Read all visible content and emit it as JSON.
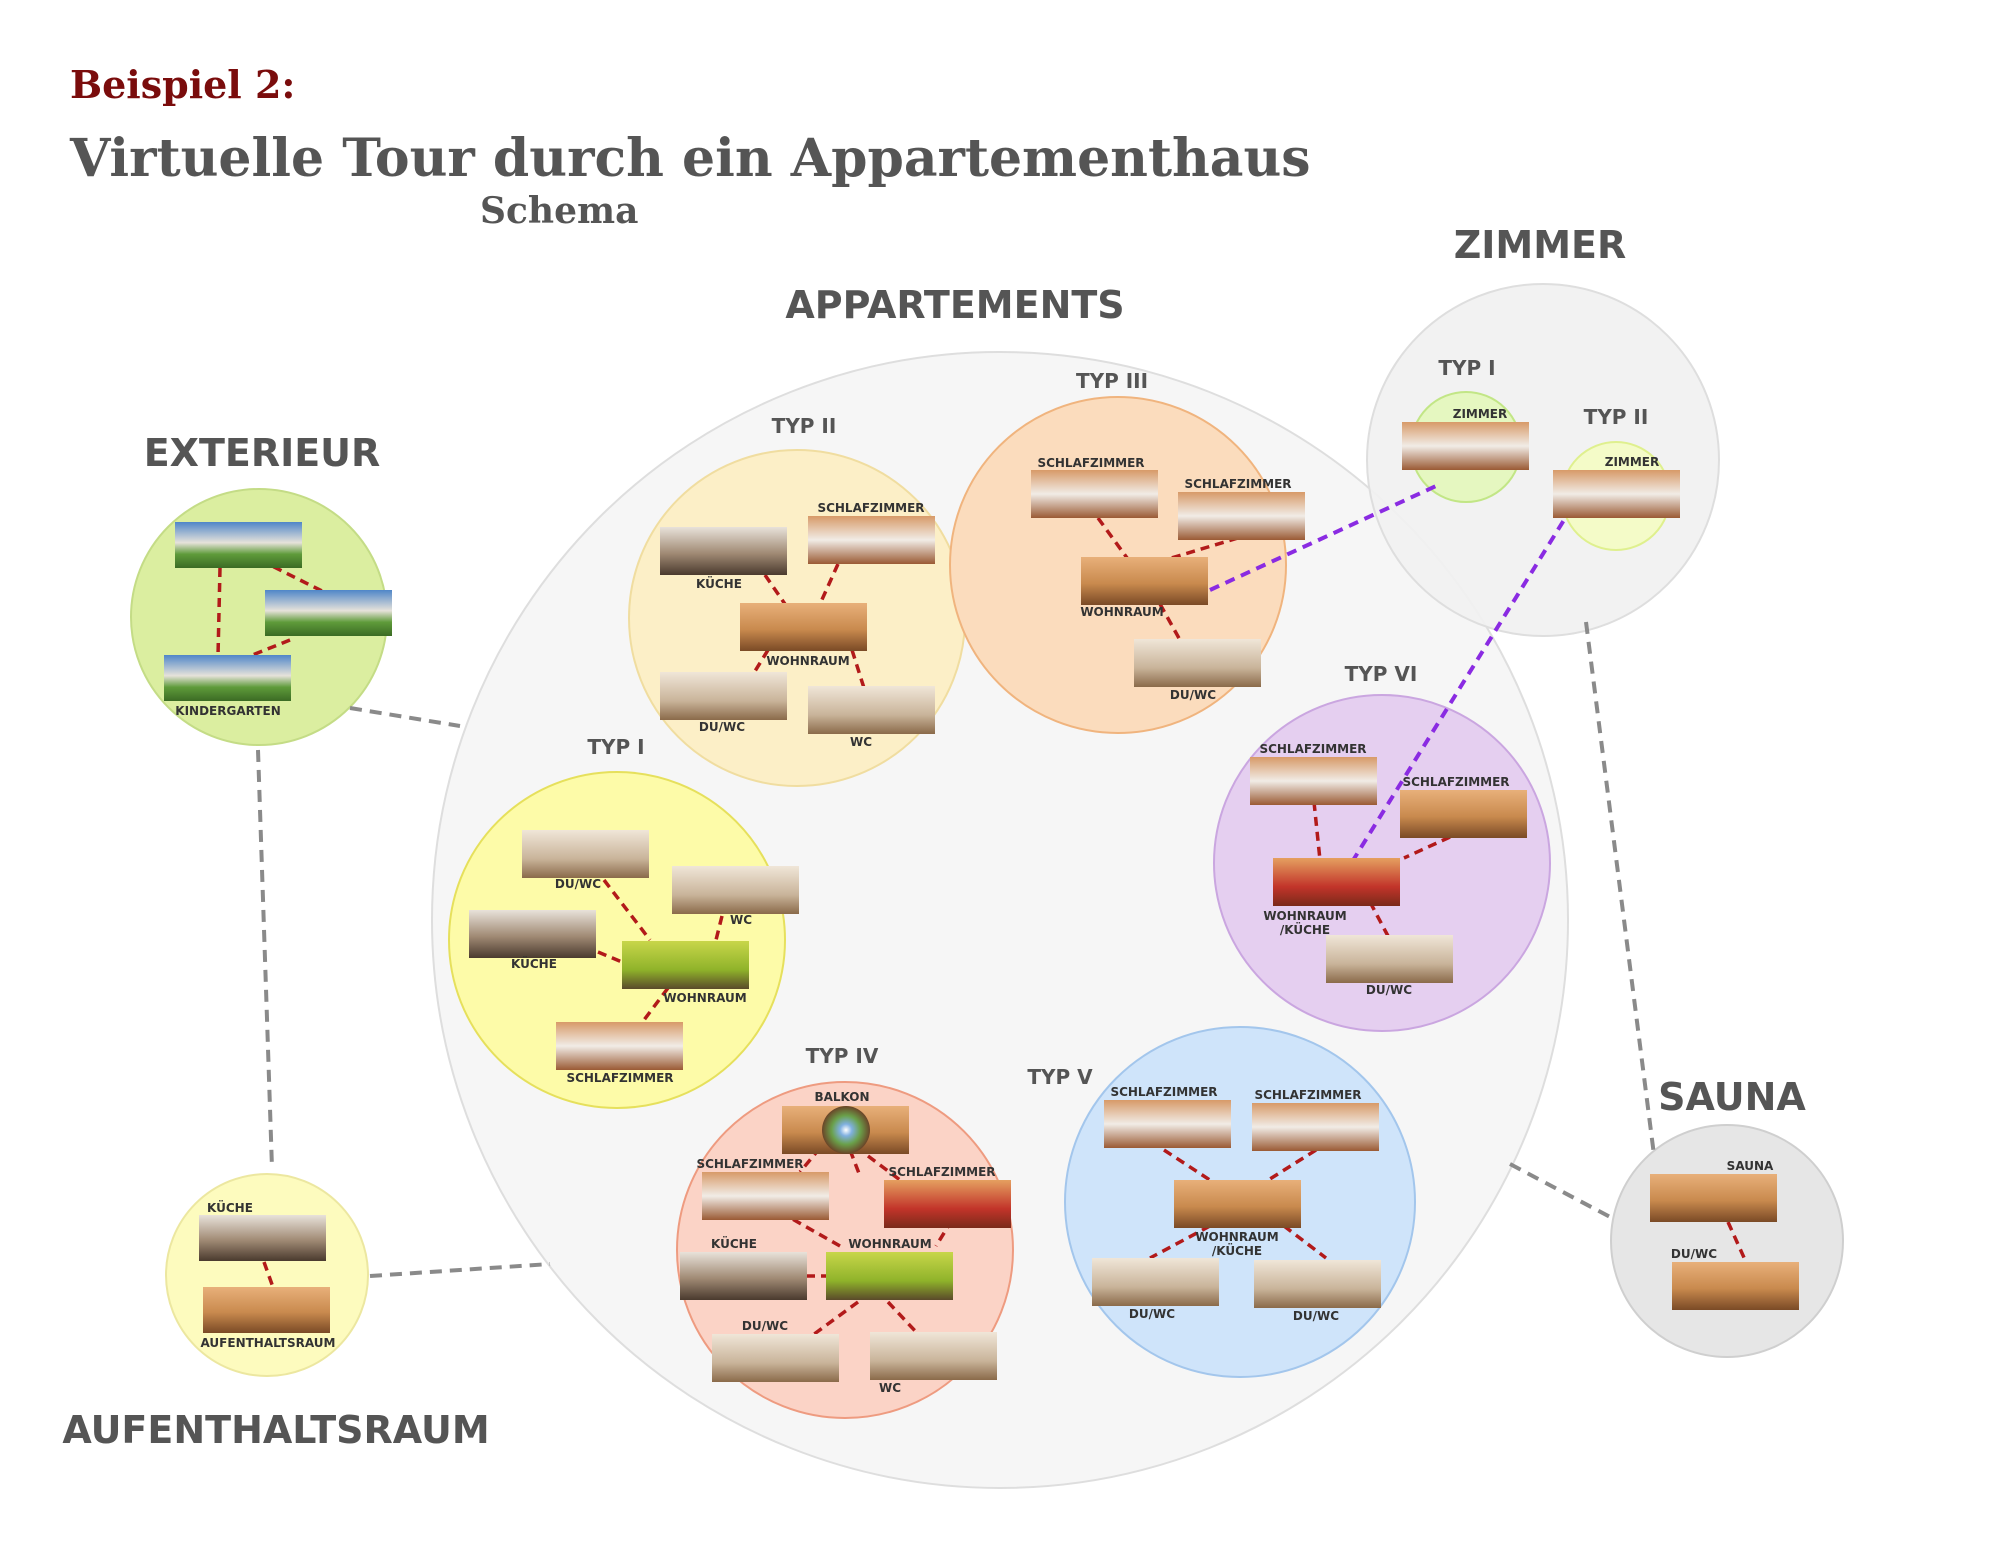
{
  "header": {
    "example": "Beispiel 2:",
    "title": "Virtuelle Tour durch ein Appartementhaus",
    "subtitle": "Schema"
  },
  "colors": {
    "title_red": "#7a0c0c",
    "text_gray": "#555555",
    "link_red": "#b21a1a",
    "link_purple": "#8a2be2",
    "link_gray": "#8a8a8a"
  },
  "groups": {
    "exterieur": "EXTERIEUR",
    "appartements": "APPARTEMENTS",
    "zimmer": "ZIMMER",
    "sauna": "SAUNA",
    "aufenthaltsraum": "AUFENTHALTSRAUM"
  },
  "types": {
    "app_typ_i": "TYP I",
    "app_typ_ii": "TYP II",
    "app_typ_iii": "TYP III",
    "app_typ_iv": "TYP IV",
    "app_typ_v": "TYP V",
    "app_typ_vi": "TYP VI",
    "zim_typ_i": "TYP I",
    "zim_typ_ii": "TYP II"
  },
  "rooms": {
    "ext_kindergarten": "KINDERGARTEN",
    "ii_kueche": "KÜCHE",
    "ii_schlafzimmer": "SCHLAFZIMMER",
    "ii_wohnraum": "WOHNRAUM",
    "ii_duwc": "DU/WC",
    "ii_wc": "WC",
    "iii_schlafzimmer_1": "SCHLAFZIMMER",
    "iii_schlafzimmer_2": "SCHLAFZIMMER",
    "iii_wohnraum": "WOHNRAUM",
    "iii_duwc": "DU/WC",
    "i_duwc": "DU/WC",
    "i_wc": "WC",
    "i_kueche": "KÜCHE",
    "i_wohnraum": "WOHNRAUM",
    "i_schlafzimmer": "SCHLAFZIMMER",
    "vi_schlafzimmer_1": "SCHLAFZIMMER",
    "vi_schlafzimmer_2": "SCHLAFZIMMER",
    "vi_wohnraum_1": "WOHNRAUM",
    "vi_wohnraum_2": "/KÜCHE",
    "vi_duwc": "DU/WC",
    "iv_balkon": "BALKON",
    "iv_schlafzimmer_1": "SCHLAFZIMMER",
    "iv_schlafzimmer_2": "SCHLAFZIMMER",
    "iv_kueche": "KÜCHE",
    "iv_wohnraum": "WOHNRAUM",
    "iv_duwc": "DU/WC",
    "iv_wc": "WC",
    "v_schlafzimmer_1": "SCHLAFZIMMER",
    "v_schlafzimmer_2": "SCHLAFZIMMER",
    "v_wohnraum_1": "WOHNRAUM",
    "v_wohnraum_2": "/KÜCHE",
    "v_duwc_1": "DU/WC",
    "v_duwc_2": "DU/WC",
    "zi_zimmer": "ZIMMER",
    "zii_zimmer": "ZIMMER",
    "aufr_kueche": "KÜCHE",
    "aufr_aufenthaltsraum": "AUFENTHALTSRAUM",
    "sauna_sauna": "SAUNA",
    "sauna_duwc": "DU/WC"
  }
}
